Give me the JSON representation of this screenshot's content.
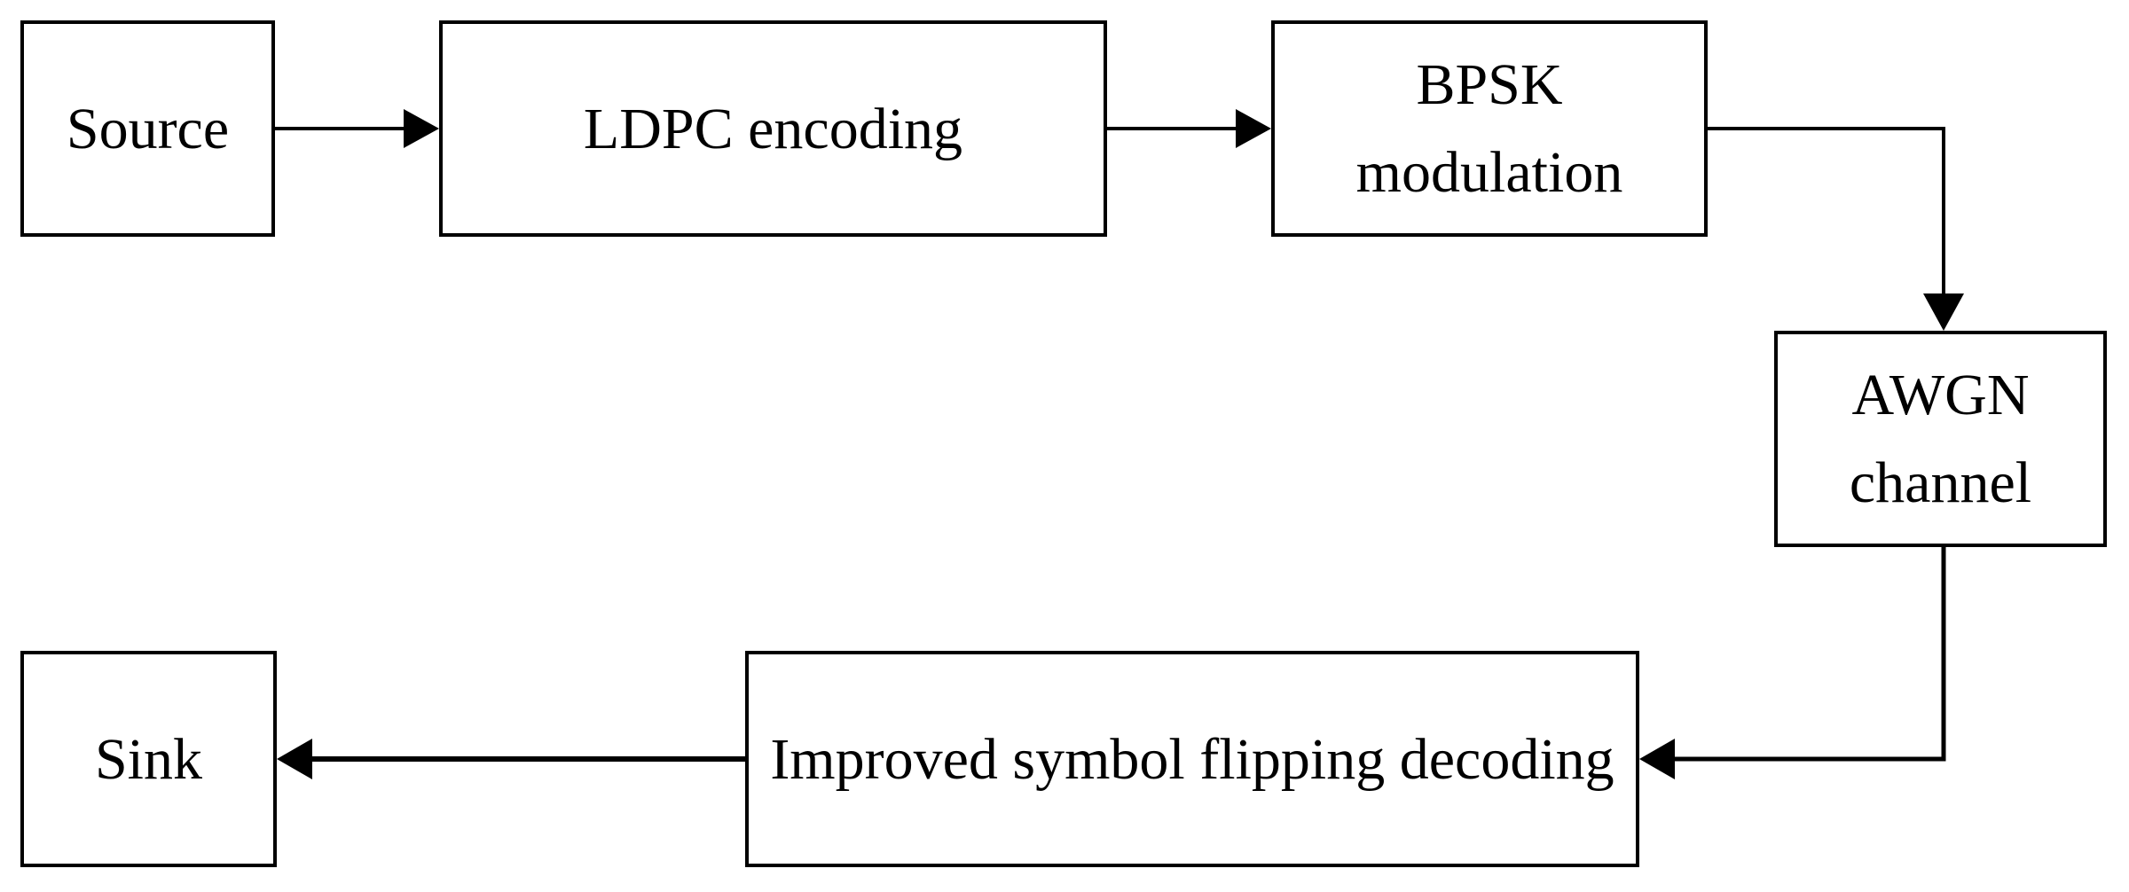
{
  "diagram": {
    "description": "LDPC communication system block diagram",
    "colors": {
      "background": "#ffffff",
      "stroke": "#000000",
      "text": "#000000"
    },
    "nodes": [
      {
        "id": "source",
        "label": "Source"
      },
      {
        "id": "ldpc",
        "label": "LDPC encoding"
      },
      {
        "id": "bpsk",
        "label": "BPSK\nmodulation"
      },
      {
        "id": "awgn",
        "label": "AWGN\nchannel"
      },
      {
        "id": "decoder",
        "label": "Improved symbol flipping decoding"
      },
      {
        "id": "sink",
        "label": "Sink"
      }
    ],
    "edges": [
      {
        "from": "source",
        "to": "ldpc",
        "style": "straight-right"
      },
      {
        "from": "ldpc",
        "to": "bpsk",
        "style": "straight-right"
      },
      {
        "from": "bpsk",
        "to": "awgn",
        "style": "elbow-right-down"
      },
      {
        "from": "awgn",
        "to": "decoder",
        "style": "elbow-down-left"
      },
      {
        "from": "decoder",
        "to": "sink",
        "style": "straight-left"
      }
    ]
  }
}
